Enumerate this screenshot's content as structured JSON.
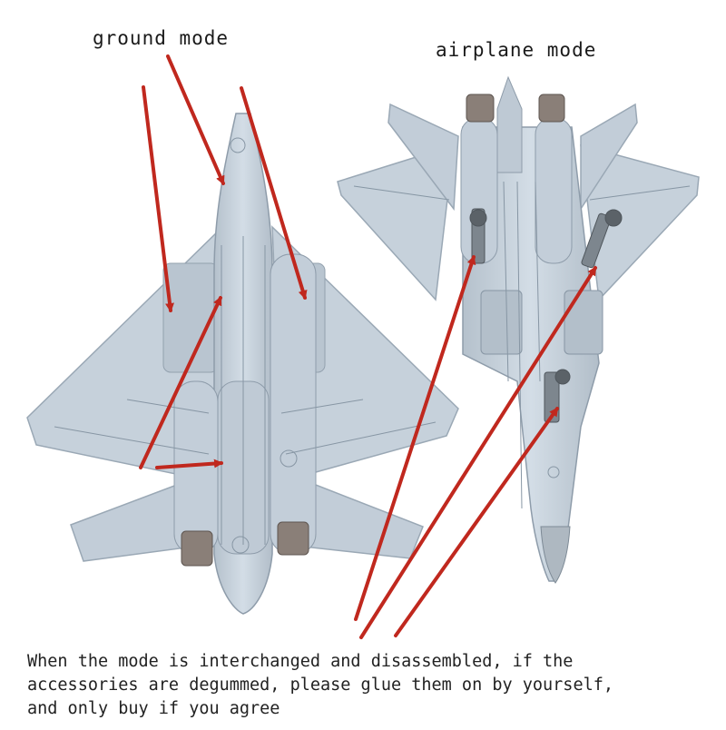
{
  "labels": {
    "ground": "ground mode",
    "airplane": "airplane mode"
  },
  "caption": {
    "line1": "When the mode is interchanged and disassembled, if the",
    "line2": "accessories are degummed, please glue them on by yourself,",
    "line3": "and only buy if you agree"
  },
  "colors": {
    "background": "#ffffff",
    "airframe": "#c7d2dc",
    "airframe_shade": "#a9b6c2",
    "panel_line": "#8796a4",
    "nozzle": "#8a7f78",
    "gear": "#7d868e",
    "arrow": "#c0281e",
    "text": "#1a1a1a"
  },
  "content": {
    "left_model": "ground-mode-aircraft",
    "right_model": "airplane-mode-aircraft",
    "arrow_count": 8
  }
}
